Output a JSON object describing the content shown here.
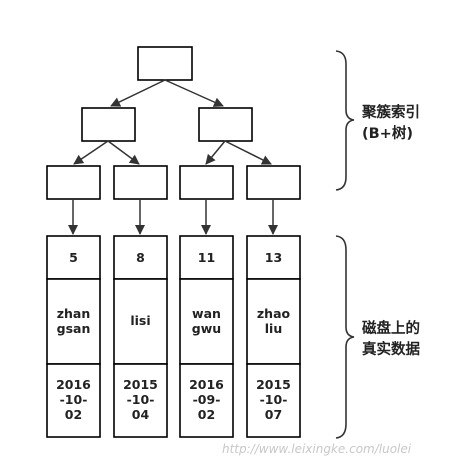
{
  "labels": {
    "index_line1": "聚簇索引",
    "index_line2": "(B+树)",
    "disk_line1": "磁盘上的",
    "disk_line2": "真实数据"
  },
  "records": [
    {
      "id": "5",
      "name_line1": "zhan",
      "name_line2": "gsan",
      "date_line1": "2016",
      "date_line2": "-10-",
      "date_line3": "02"
    },
    {
      "id": "8",
      "name_line1": "lisi",
      "name_line2": "",
      "date_line1": "2015",
      "date_line2": "-10-",
      "date_line3": "04"
    },
    {
      "id": "11",
      "name_line1": "wan",
      "name_line2": "gwu",
      "date_line1": "2016",
      "date_line2": "-09-",
      "date_line3": "02"
    },
    {
      "id": "13",
      "name_line1": "zhao",
      "name_line2": "liu",
      "date_line1": "2015",
      "date_line2": "-10-",
      "date_line3": "07"
    }
  ],
  "watermark": "http://www.leixingke.com/luolei"
}
